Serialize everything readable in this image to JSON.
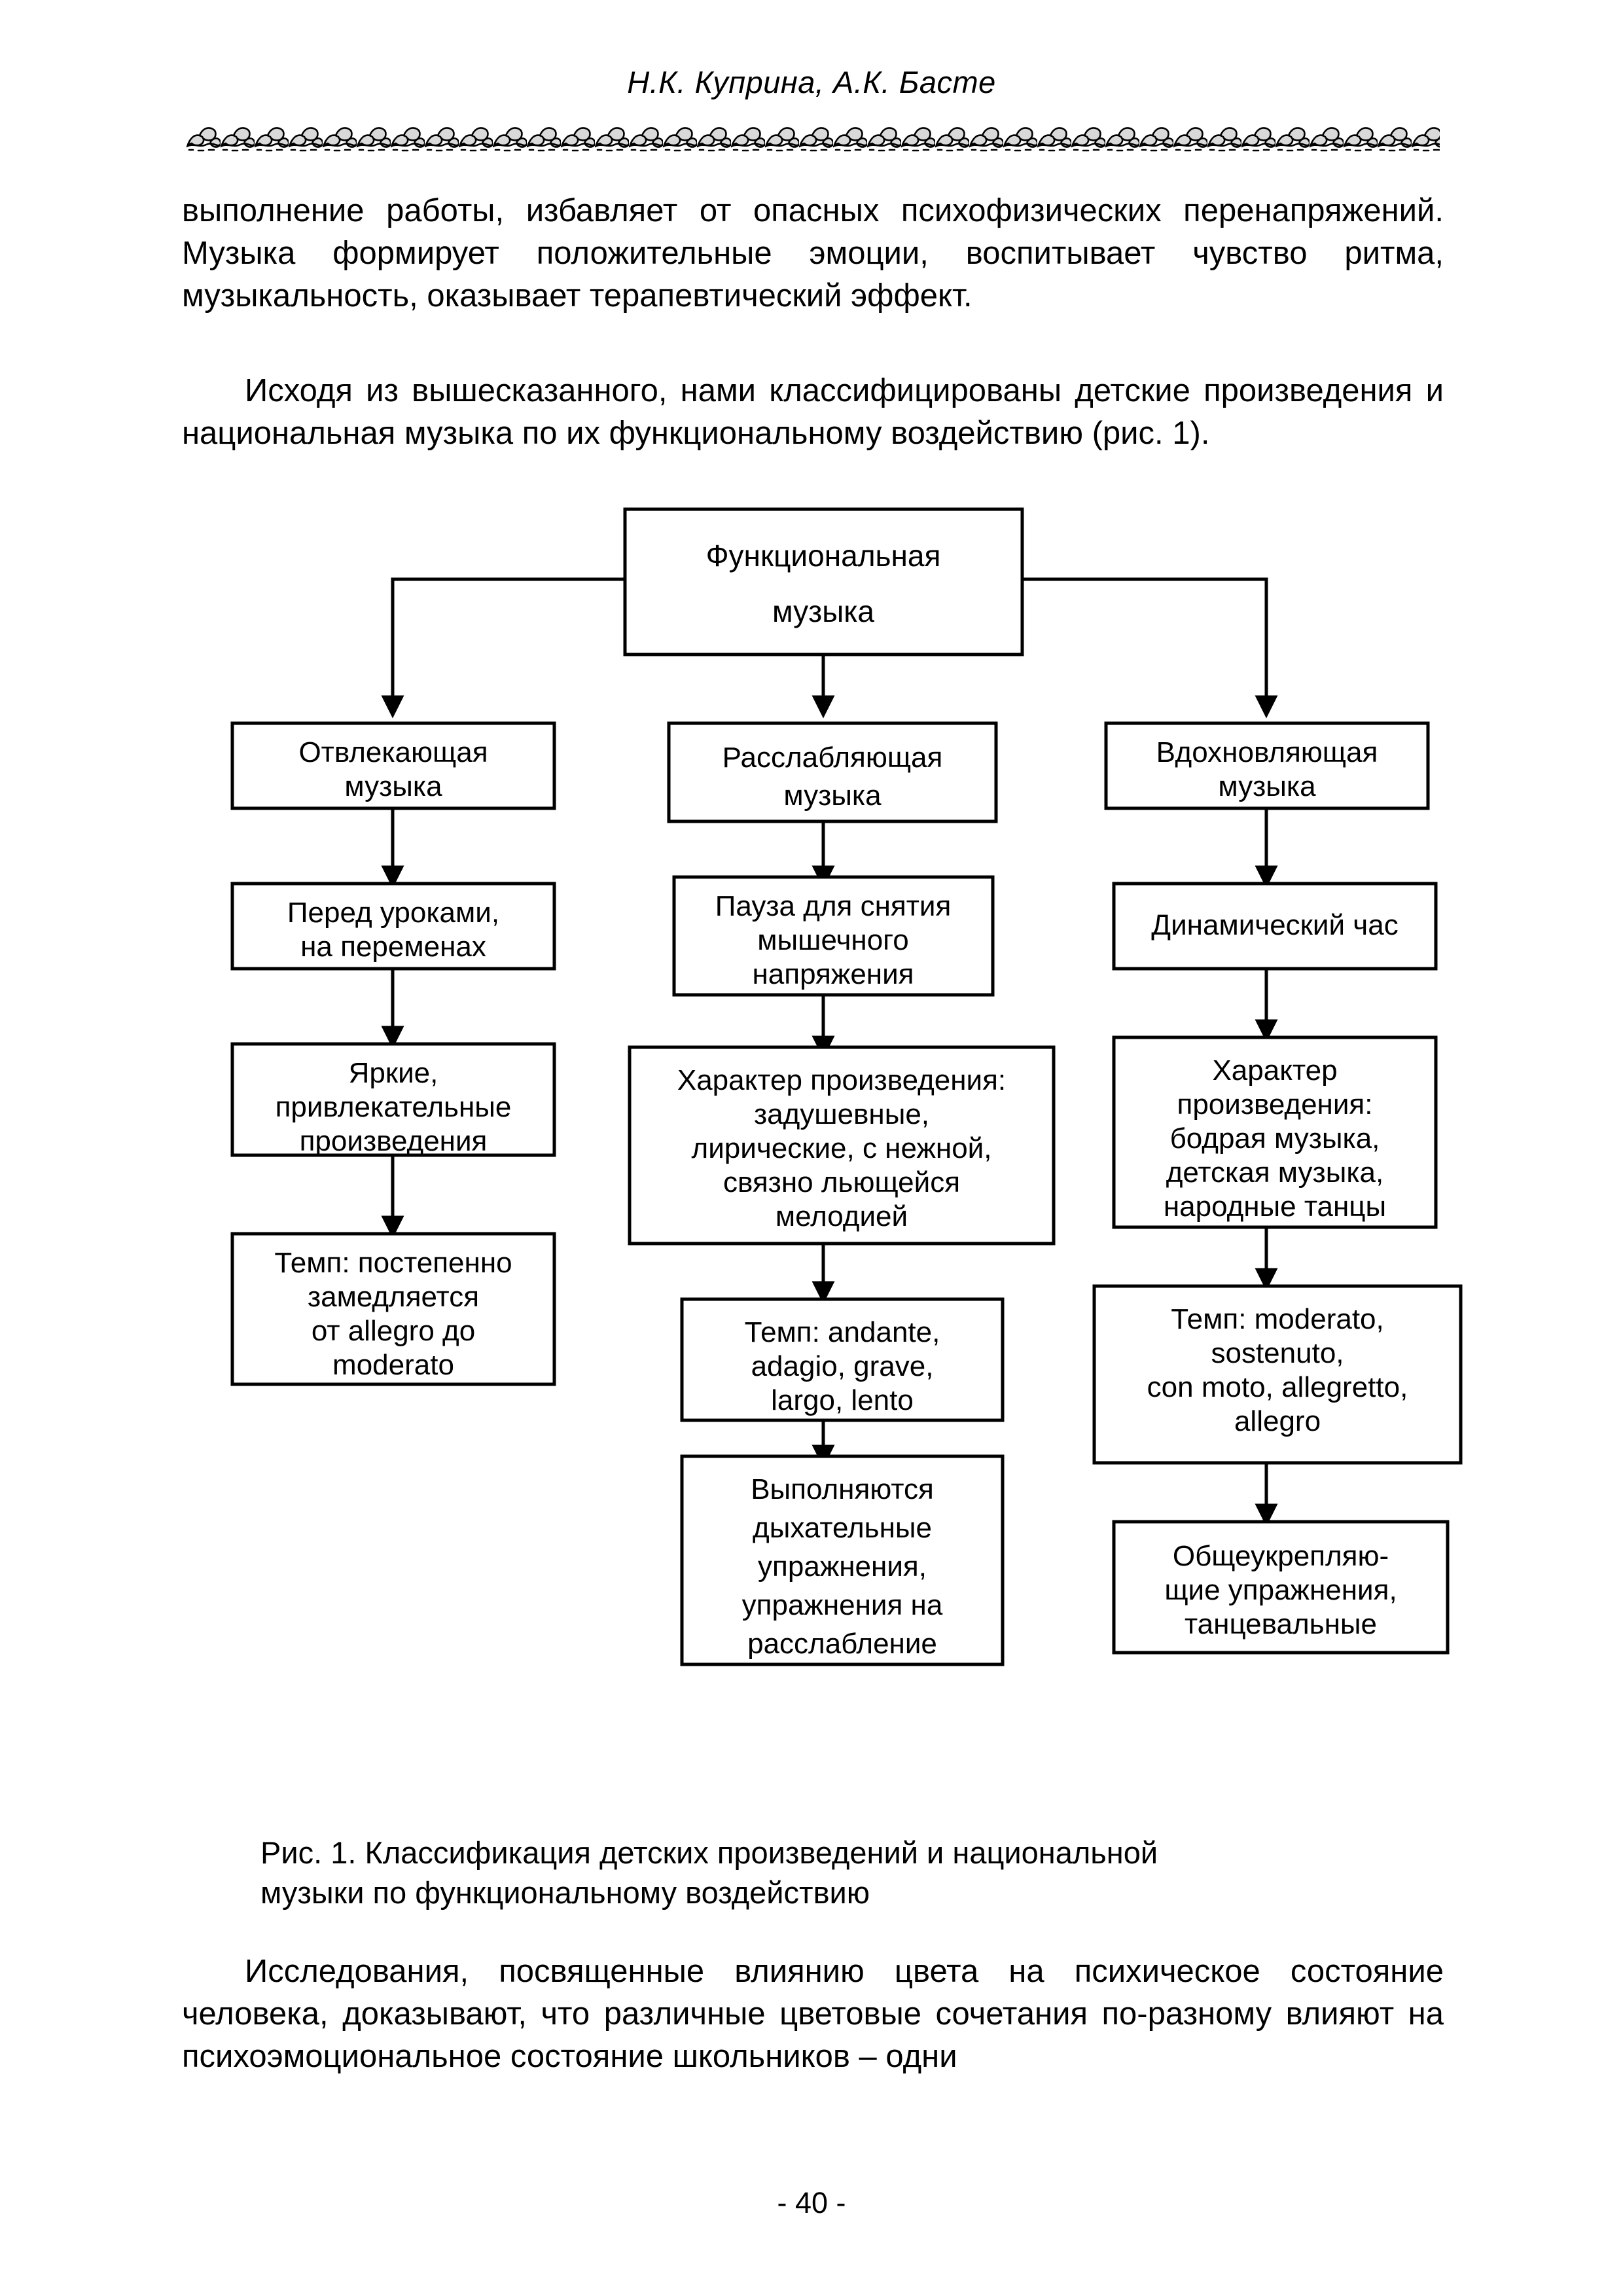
{
  "running_head": "Н.К. Куприна, А.К. Басте",
  "page_number": "- 40 -",
  "paragraphs": {
    "p1": "выполнение работы, избавляет от опасных психофизических перенапряжений. Музыка формирует положительные эмоции, воспитывает чувство ритма, музыкальность, оказывает терапевтический эффект.",
    "p2": "Исходя из вышесказанного, нами классифицированы детские произведения и национальная музыка по их функциональному воздействию (рис. 1).",
    "p_last": "Исследования, посвященные влиянию цвета на психическое состояние человека, доказывают, что различные цветовые сочетания по-разному влияют на психоэмоциональное состояние школьников – одни"
  },
  "figure": {
    "caption_line1": "Рис. 1. Классификация детских произведений и национальной",
    "caption_line2": "музыки по функциональному воздействию",
    "root": {
      "lines": [
        "Функциональная",
        "музыка"
      ]
    },
    "columns": [
      {
        "name": "otvlekayushchaya",
        "boxes": [
          {
            "name": "branch",
            "lines": [
              "Отвлекающая",
              "музыка"
            ]
          },
          {
            "name": "when",
            "lines": [
              "Перед уроками,",
              "на переменах"
            ]
          },
          {
            "name": "character",
            "lines": [
              "Яркие,",
              "привлекательные",
              "произведения"
            ]
          },
          {
            "name": "tempo",
            "lines": [
              "Темп: постепенно",
              "замедляется",
              "от allegro до",
              "moderato"
            ]
          }
        ]
      },
      {
        "name": "rasslablyayushchaya",
        "boxes": [
          {
            "name": "branch",
            "lines": [
              "Расслабляющая",
              "музыка"
            ]
          },
          {
            "name": "when",
            "lines": [
              "Пауза для снятия",
              "мышечного",
              "напряжения"
            ]
          },
          {
            "name": "character",
            "lines": [
              "Характер произведения:",
              "задушевные,",
              "лирические, с нежной,",
              "связно льющейся",
              "мелодией"
            ]
          },
          {
            "name": "tempo",
            "lines": [
              "Темп: andante,",
              "adagio, grave,",
              "largo, lento"
            ]
          },
          {
            "name": "exercises",
            "lines": [
              "Выполняются",
              "дыхательные",
              "упражнения,",
              "упражнения на",
              "расслабление"
            ]
          }
        ]
      },
      {
        "name": "vdohnovlyayushchaya",
        "boxes": [
          {
            "name": "branch",
            "lines": [
              "Вдохновляющая",
              "музыка"
            ]
          },
          {
            "name": "when",
            "lines": [
              "Динамический час"
            ]
          },
          {
            "name": "character",
            "lines": [
              "Характер",
              "произведения:",
              "бодрая музыка,",
              "детская музыка,",
              "народные танцы"
            ]
          },
          {
            "name": "tempo",
            "lines": [
              "Темп: moderato,",
              "sostenuto,",
              "con moto, allegretto,",
              "allegro"
            ]
          },
          {
            "name": "exercises",
            "lines": [
              "Общеукрепляю-",
              "щие упражнения,",
              "танцевальные"
            ]
          }
        ]
      }
    ]
  },
  "colors": {
    "ink": "#000000",
    "paper": "#ffffff"
  }
}
